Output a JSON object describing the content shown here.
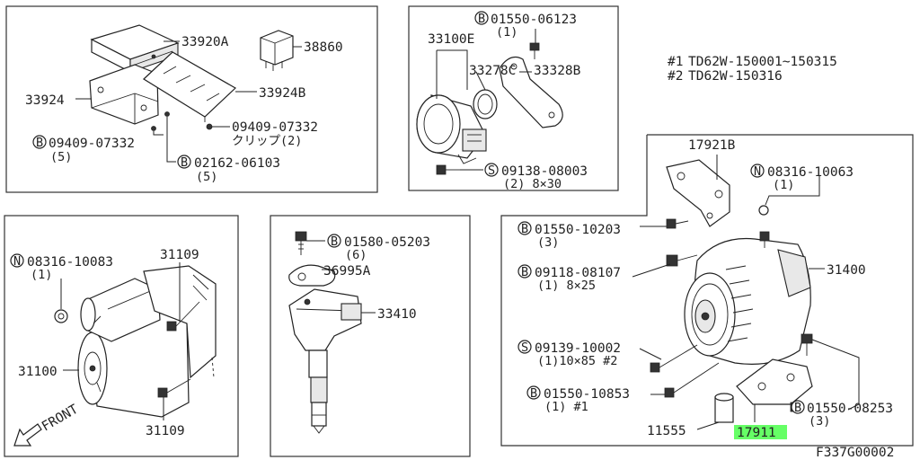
{
  "serial_notes": [
    {
      "mark": "#1",
      "range": "TD62W-150001~150315"
    },
    {
      "mark": "#2",
      "range": "TD62W-150316"
    }
  ],
  "panels": {
    "ecm": {
      "labels": [
        "33920A",
        "38860",
        "33924",
        "33924B",
        "09409-07332",
        "クリップ(2)",
        "09409-07332",
        "(5)",
        "02162-06103",
        "(5)"
      ],
      "badges": [
        "B",
        "B"
      ]
    },
    "throttle": {
      "labels": [
        "01550-06123",
        "(1)",
        "33100E",
        "33278C",
        "33328B",
        "09138-08003",
        "(2) 8×30"
      ],
      "badges": [
        "B",
        "S"
      ]
    },
    "starter": {
      "labels": [
        "08316-10083",
        "(1)",
        "31109",
        "31100",
        "31109",
        "FRONT"
      ],
      "badges": [
        "N"
      ]
    },
    "coil": {
      "labels": [
        "01580-05203",
        "(6)",
        "36995A",
        "33410"
      ],
      "badges": [
        "B"
      ]
    },
    "alternator": {
      "labels": [
        "17921B",
        "08316-10063",
        "(1)",
        "01550-10203",
        "(3)",
        "09118-08107",
        "(1) 8×25",
        "31400",
        "09139-10002",
        "(1)10×85 #2",
        "01550-10853",
        "(1) #1",
        "01550-08253",
        "(3)",
        "11555",
        "17911"
      ],
      "badges": [
        "N",
        "B",
        "B",
        "S",
        "B",
        "B"
      ],
      "highlight_color": "#66ff66"
    }
  },
  "figure_code": "F337G00002"
}
